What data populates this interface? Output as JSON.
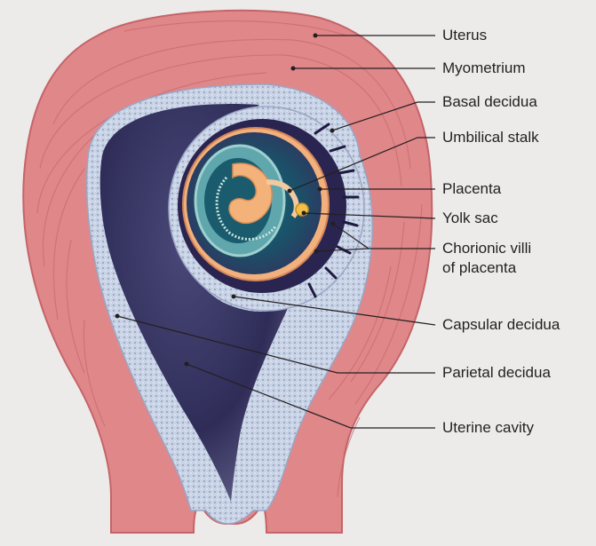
{
  "diagram": {
    "labels": {
      "uterus": "Uterus",
      "myometrium": "Myometrium",
      "basal_decidua": "Basal decidua",
      "umbilical_stalk": "Umbilical stalk",
      "placenta": "Placenta",
      "yolk_sac": "Yolk sac",
      "chorionic_villi_line1": "Chorionic villi",
      "chorionic_villi_line2": "of placenta",
      "capsular_decidua": "Capsular decidua",
      "parietal_decidua": "Parietal decidua",
      "uterine_cavity": "Uterine cavity"
    },
    "colors": {
      "background": "#ecebea",
      "muscle": "#e0878a",
      "muscle_dark": "#c56468",
      "decidua": "#c9d3e6",
      "cavity": "#2d2b55",
      "amnion_teal": "#4f9aa3",
      "embryo": "#f3b27a",
      "yolk_sac": "#f2c04a",
      "leader_line": "#231f20"
    }
  }
}
